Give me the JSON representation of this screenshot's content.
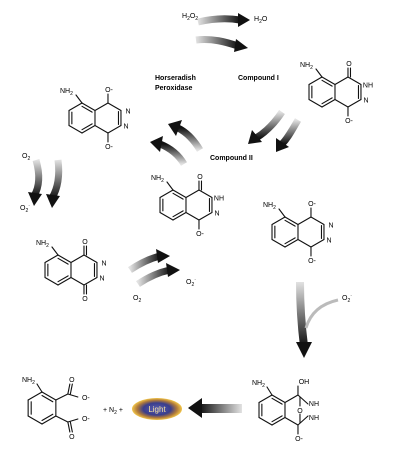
{
  "reagents": {
    "h2o2": "H2O2",
    "h2o": "H2O",
    "hrp_line1": "Horseradish",
    "hrp_line2": "Peroxidase",
    "compound_i": "Compound I",
    "compound_ii": "Compound II",
    "o2_top": "O2",
    "o2_radical_top": "O2·",
    "o2_mid": "O2",
    "o2_radical_mid": "O2·",
    "o2_radical_right": "O2·",
    "n2": "+ N2 +",
    "light": "Light"
  },
  "atoms": {
    "nh2": "NH2",
    "o_minus": "O-",
    "o": "O",
    "nh": "NH",
    "n": "N",
    "oh": "OH",
    "o_coo": "O",
    "o_coo_minus": "O-"
  },
  "colors": {
    "arrow_dark": "#111111",
    "arrow_light": "#d8d8d8",
    "light_glow": "#f2c64a",
    "light_core": "#3a3d8c"
  }
}
